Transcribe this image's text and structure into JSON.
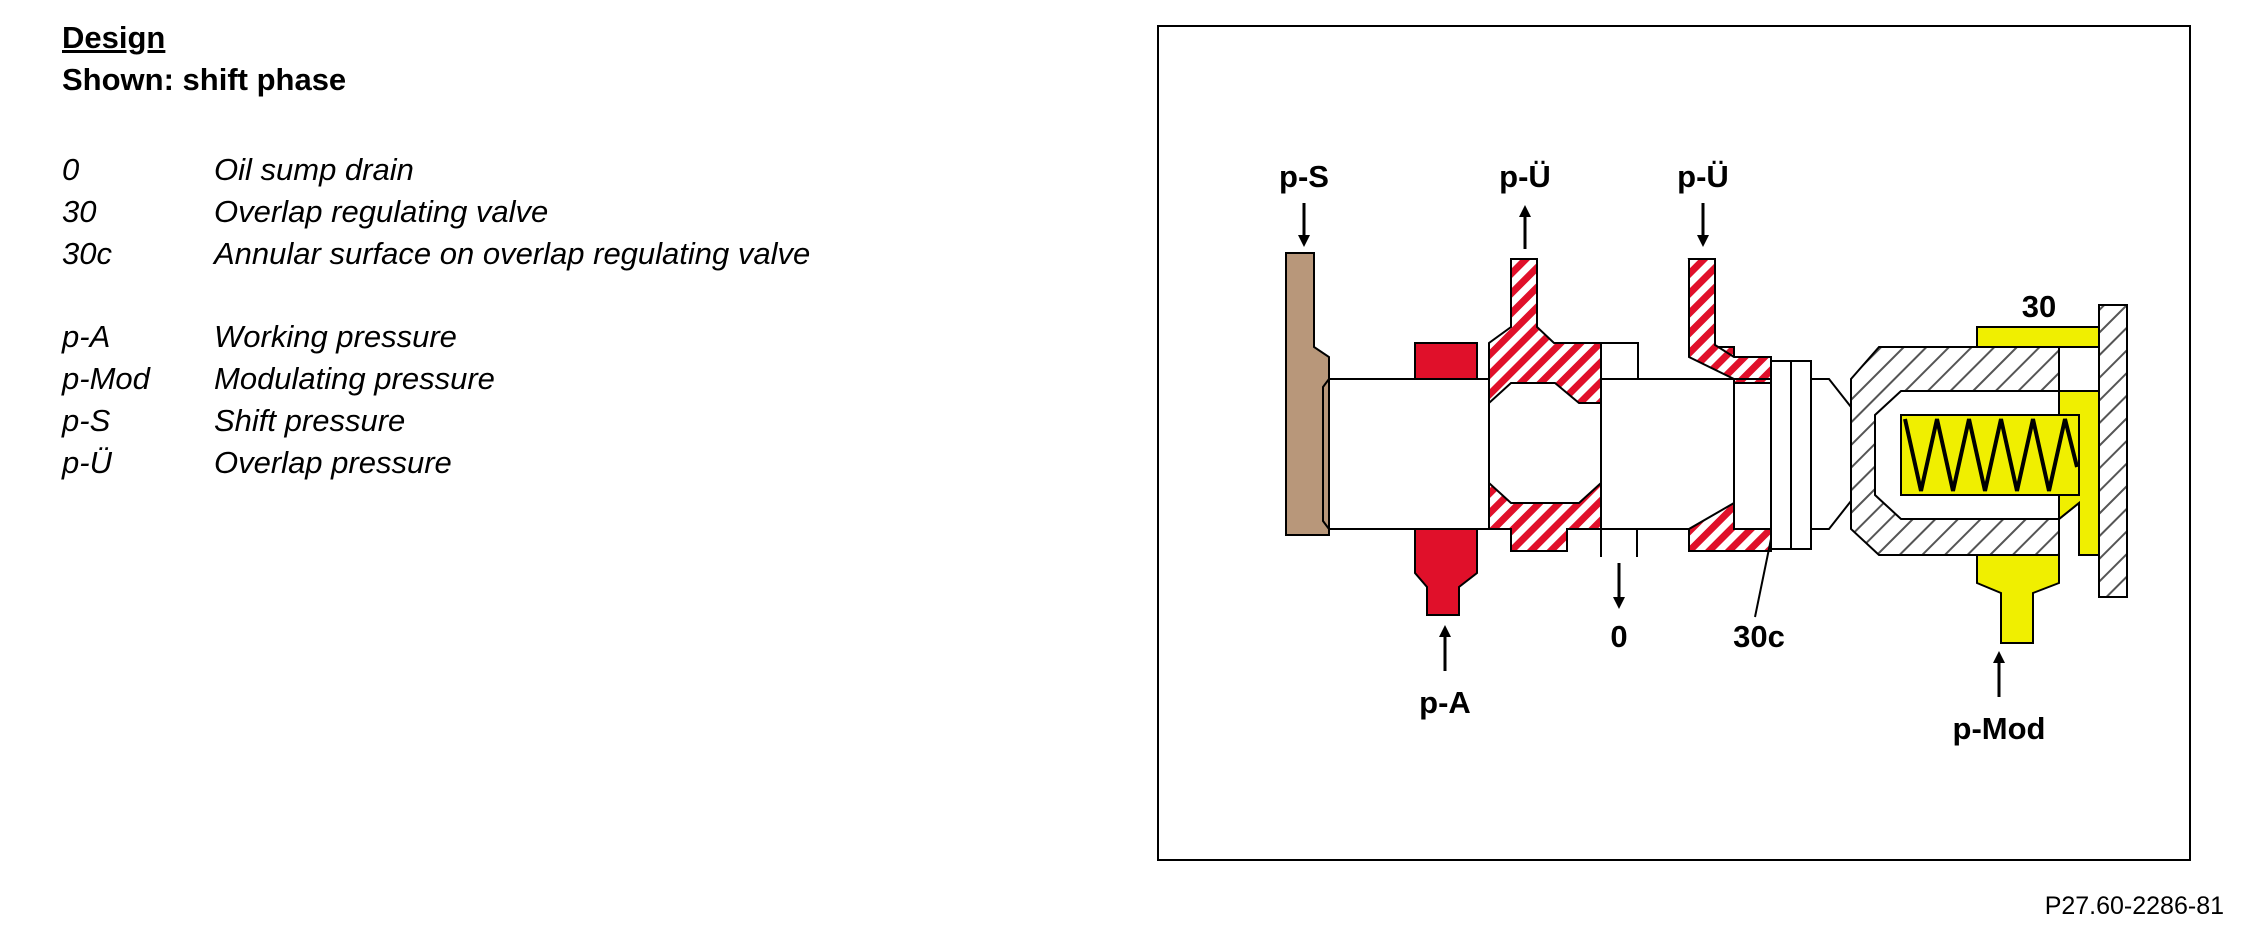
{
  "heading": "Design",
  "subheading": "Shown: shift phase",
  "legend_groups": [
    [
      {
        "key": "0",
        "value": "Oil sump drain"
      },
      {
        "key": "30",
        "value": "Overlap regulating valve"
      },
      {
        "key": "30c",
        "value": "Annular surface on overlap regulating valve"
      }
    ],
    [
      {
        "key": "p-A",
        "value": "Working pressure"
      },
      {
        "key": "p-Mod",
        "value": "Modulating pressure"
      },
      {
        "key": "p-S",
        "value": "Shift pressure"
      },
      {
        "key": "p-Ü",
        "value": "Overlap pressure"
      }
    ]
  ],
  "diagram": {
    "labels": {
      "ps": "p-S",
      "pu_left": "p-Ü",
      "pu_right": "p-Ü",
      "thirty": "30",
      "pa": "p-A",
      "zero": "0",
      "thirtyc": "30c",
      "pmod": "p-Mod"
    },
    "colors": {
      "shift_pressure": "#b8977a",
      "working_pressure": "#e0102a",
      "modulating_pressure": "#f0ef00",
      "housing_hatch": "#555555"
    }
  },
  "figure_id": "P27.60-2286-81"
}
